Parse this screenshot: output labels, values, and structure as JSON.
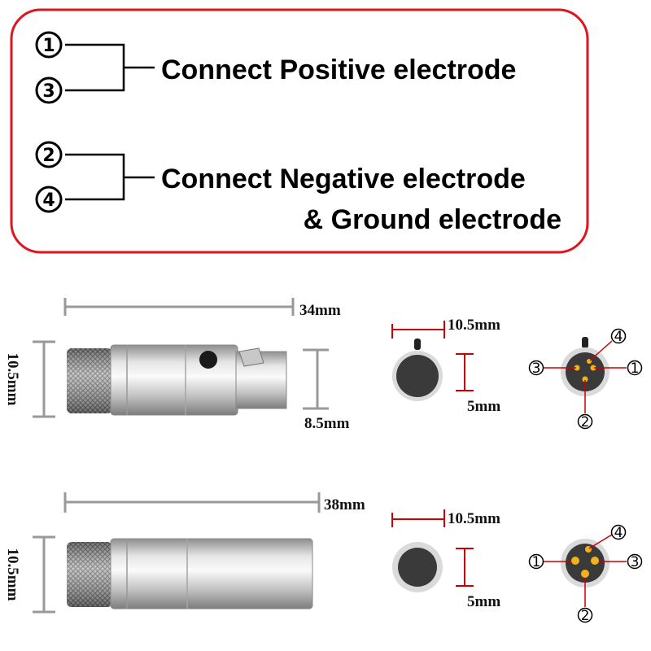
{
  "legend": {
    "positive": {
      "pins": [
        "①",
        "③"
      ],
      "text": "Connect Positive electrode"
    },
    "negative": {
      "pins": [
        "②",
        "④"
      ],
      "line1": "Connect Negative electrode",
      "line2": "& Ground electrode"
    }
  },
  "connector_female": {
    "length": "34mm",
    "height": "10.5mm",
    "tail": "8.5mm",
    "face_width": "10.5mm",
    "face_inner": "5mm",
    "pins": {
      "top": "④",
      "left": "③",
      "right": "①",
      "bottom": "②"
    }
  },
  "connector_male": {
    "length": "38mm",
    "height": "10.5mm",
    "face_width": "10.5mm",
    "face_inner": "5mm",
    "pins": {
      "top": "④",
      "left": "①",
      "right": "③",
      "bottom": "②"
    }
  },
  "colors": {
    "frame": "#e0161e",
    "dimension_gray": "#999999",
    "dimension_red": "#cc0000",
    "pin_gold": "#f2b21a"
  }
}
